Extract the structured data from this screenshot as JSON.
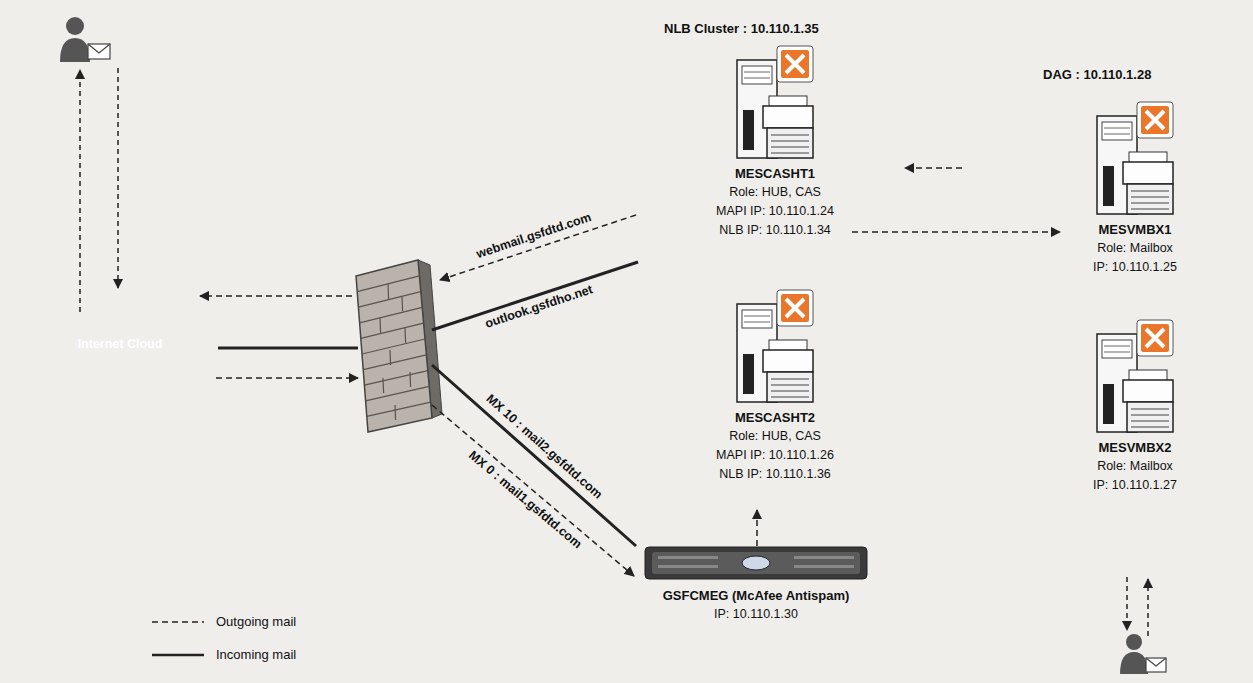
{
  "diagram": {
    "nodes": [
      {
        "text": [
          "Internet Cloud"
        ]
      },
      {
        "text": [
          "NLB Cluster : 10.110.1.35"
        ]
      },
      {
        "text": [
          "MESCASHT1",
          "Role: HUB, CAS",
          "MAPI IP: 10.110.1.24",
          "NLB IP: 10.110.1.34"
        ],
        "in": 1
      },
      {
        "text": [
          "MESCASHT2",
          "Role: HUB, CAS",
          "MAPI IP: 10.110.1.26",
          "NLB IP: 10.110.1.36"
        ],
        "in": 1
      },
      {
        "text": [
          "DAG : 10.110.1.28"
        ]
      },
      {
        "text": [
          "MESVMBX1",
          "Role: Mailbox",
          "IP: 10.110.1.25"
        ],
        "in": 4
      },
      {
        "text": [
          "MESVMBX2",
          "Role: Mailbox",
          "IP: 10.110.1.27"
        ],
        "in": 4
      },
      {
        "text": [
          "GSFCMEG (McAfee Antispam)",
          "IP: 10.110.1.30"
        ]
      }
    ],
    "edges": [
      {
        "from": 4,
        "to": 1,
        "arrow": "to"
      },
      {
        "from": 2,
        "to": 5,
        "arrow": "to"
      },
      {
        "from": 7,
        "to": 1,
        "arrow": "to"
      }
    ],
    "labels": [
      "webmail.gsfdtd.com",
      "outlook.gsfdho.net",
      "MX 10 : mail2.gsfdtd.com",
      "MX 0 : mail1.gsfdtd.com"
    ],
    "legend": [
      {
        "text": "Outgoing mail"
      },
      {
        "text": "Incoming mail"
      }
    ]
  }
}
